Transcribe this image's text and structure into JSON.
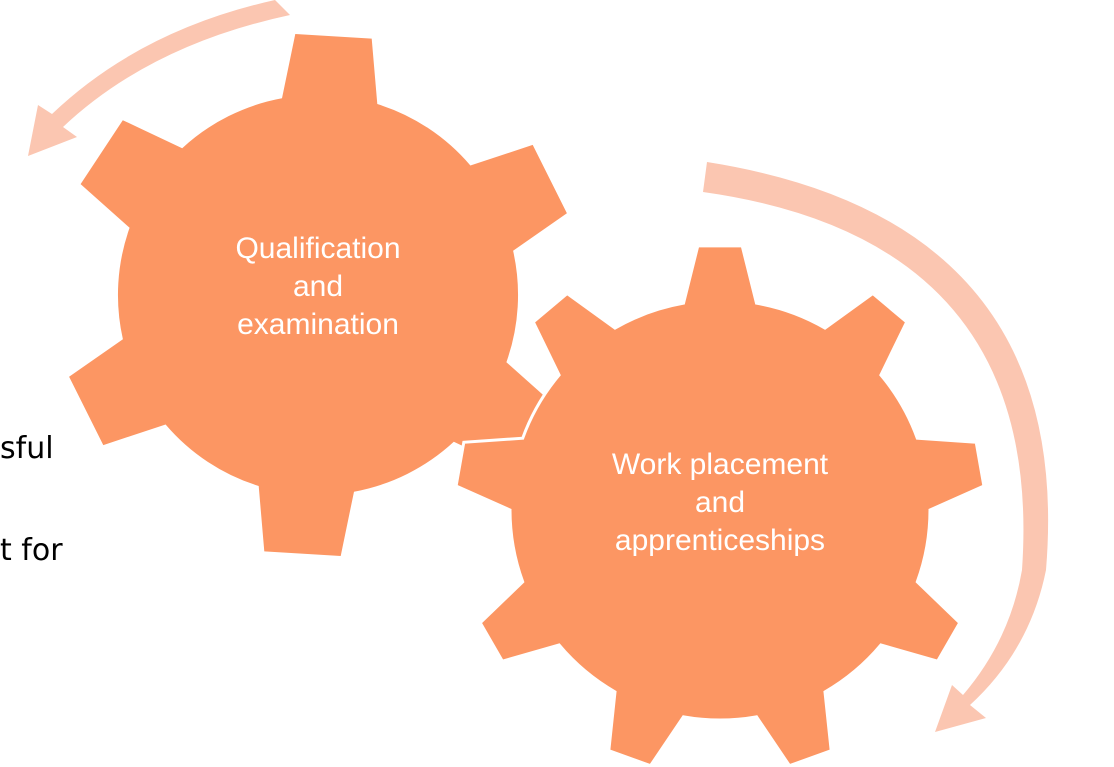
{
  "colors": {
    "gear_fill": "#fc9663",
    "arrow_fill": "#fbc6b1",
    "gear_text": "#ffffff",
    "background": "#ffffff",
    "body_text": "#000000"
  },
  "icons": [
    "gear-icon",
    "curved-arrow-icon"
  ],
  "diagram": {
    "gear_left": {
      "lines": [
        "Qualification",
        "and",
        "examination"
      ]
    },
    "gear_right": {
      "lines": [
        "Work placement",
        "and",
        "apprenticeships"
      ]
    }
  },
  "partial_text": {
    "line1": "sful",
    "line2": "t for"
  }
}
